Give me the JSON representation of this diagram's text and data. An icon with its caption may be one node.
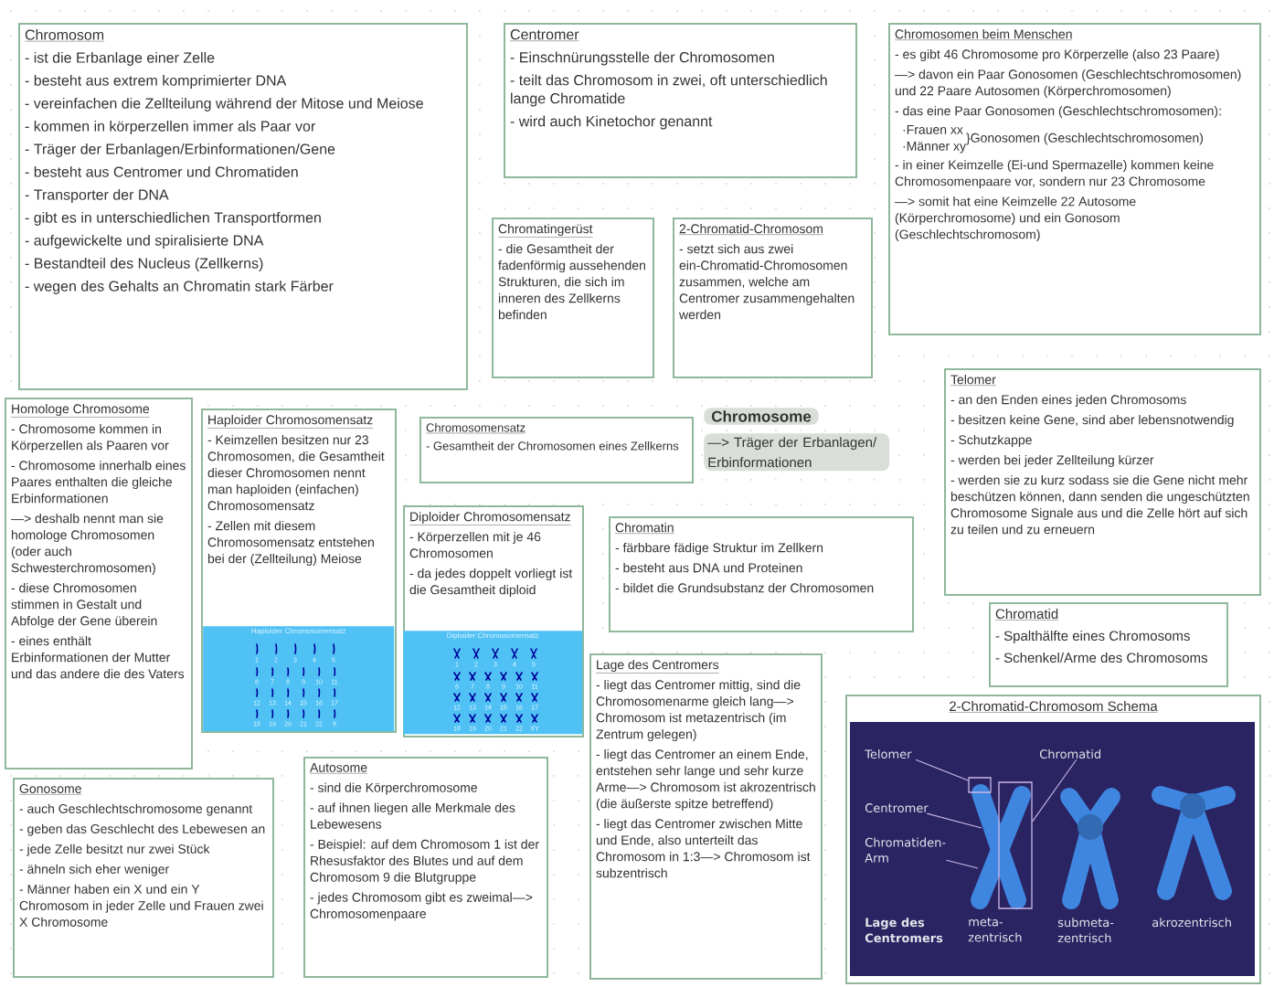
{
  "diagram": {
    "title": "Chromosome",
    "nodes": [
      {
        "text": [
          "Chromosom",
          "- ist die Erbanlage einer Zelle",
          "- besteht aus extrem komprimierter DNA",
          "- vereinfachen die Zellteilung während der Mitose und Meiose",
          "- kommen in körperzellen immer als Paar vor",
          "- Träger der Erbanlagen/Erbinformationen/Gene",
          "- besteht aus Centromer und Chromatiden",
          "- Transporter der DNA",
          "- gibt es in unterschiedlichen Transportformen",
          "- aufgewickelte und spiralisierte DNA",
          "- Bestandteil des Nucleus (Zellkerns)",
          "- wegen des Gehalts an Chromatin stark Färber"
        ]
      },
      {
        "text": [
          "Centromer",
          "- Einschnürungsstelle der Chromosomen",
          "- teilt das Chromosom in zwei, oft unterschiedlich lange Chromatide",
          "- wird auch Kinetochor genannt"
        ]
      },
      {
        "text": [
          "Chromosomen beim Menschen",
          "- es gibt 46 Chromosome pro Körperzelle (also 23 Paare)",
          "—> davon ein Paar Gonosomen (Geschlechtschromosomen) und 22 Paare Autosomen (Körperchromosomen)",
          "- das eine Paar Gonosomen (Geschlechtschromosomen):",
          "·Frauen xx",
          "·Männer xy",
          "}Gonosomen (Geschlechtschromosomen)",
          "- in einer Keimzelle (Ei-und Spermazelle) kommen keine Chromosomenpaare vor, sondern nur 23 Chromosome",
          "—> somit hat eine Keimzelle 22 Autosome (Körperchromosome) und ein Gonosom (Geschlechtschromosom)"
        ]
      },
      {
        "text": [
          "Chromatingerüst",
          "- die Gesamtheit der fadenförmig aussehenden Strukturen, die sich im inneren des Zellkerns befinden"
        ]
      },
      {
        "text": [
          "2-Chromatid-Chromosom",
          "- setzt sich aus zwei ein-Chromatid-Chromosomen zusammen, welche am Centromer zusammengehalten werden"
        ]
      },
      {
        "text": [
          "Homologe Chromosome",
          "- Chromosome kommen in Körperzellen als Paaren vor",
          "- Chromosome innerhalb eines Paares enthalten die gleiche Erbinformationen",
          "—> deshalb nennt man sie homologe Chromosomen (oder auch Schwesterchromosomen)",
          "- diese Chromosomen stimmen in Gestalt und Abfolge der Gene überein",
          "- eines enthält Erbinformationen der Mutter und das andere die des Vaters"
        ]
      },
      {
        "text": [
          "Haploider Chromosomensatz",
          "- Keimzellen besitzen nur 23 Chromosomen, die Gesamtheit dieser Chromosomen nennt man haploiden (einfachen) Chromosomensatz",
          "- Zellen mit diesem Chromosomensatz entstehen bei der (Zellteilung) Meiose"
        ]
      },
      {
        "text": [
          "Chromosomensatz",
          "- Gesamtheit der Chromosomen eines Zellkerns"
        ]
      },
      {
        "text": [
          "Diploider Chromosomensatz",
          "- Körperzellen mit je 46 Chromosomen",
          "- da jedes doppelt vorliegt ist die Gesamtheit diploid"
        ]
      },
      {
        "text": [
          "Chromatin",
          "- färbbare fädige Struktur im Zellkern",
          "- besteht aus DNA und Proteinen",
          "- bildet die Grundsubstanz der Chromosomen"
        ]
      },
      {
        "text": [
          "Telomer",
          "- an den Enden eines jeden Chromosoms",
          "- besitzen keine Gene, sind aber lebensnotwendig",
          "- Schutzkappe",
          "- werden bei jeder Zellteilung kürzer",
          "- werden sie zu kurz sodass sie die Gene nicht mehr beschützen können, dann senden die ungeschützten Chromosome Signale aus und die Zelle hört auf sich zu teilen und zu erneuern"
        ]
      },
      {
        "text": [
          "Chromatid",
          "- Spalthälfte eines Chromosoms",
          "- Schenkel/Arme des Chromosoms"
        ]
      },
      {
        "text": [
          "Lage des Centromers",
          "- liegt das Centromer mittig, sind die Chromosomenarme gleich lang—> Chromosom ist metazentrisch (im Zentrum gelegen)",
          "- liegt das Centromer an einem Ende, entstehen sehr lange und sehr kurze Arme—> Chromosom ist akrozentrisch (die äußerste spitze betreffend)",
          "- liegt das Centromer zwischen Mitte und Ende, also unterteilt das Chromosom in 1:3—> Chromosom ist subzentrisch"
        ]
      },
      {
        "text": [
          "Gonosome",
          "- auch Geschlechtschromosome genannt",
          "- geben das Geschlecht des Lebewesen an",
          "- jede Zelle besitzt nur zwei Stück",
          "- ähneln sich eher weniger",
          "- Männer haben ein X und ein Y Chromosom in jeder Zelle und Frauen zwei X Chromosome"
        ]
      },
      {
        "text": [
          "Autosome",
          "- sind die Körperchromosome",
          "- auf ihnen liegen alle Merkmale des Lebewesens",
          "- Beispiel: auf dem Chromosom 1 ist der Rhesusfaktor des Blutes und auf dem Chromosom 9 die Blutgruppe",
          "- jedes Chromosom gibt es zweimal—> Chromosomenpaare"
        ]
      },
      {
        "text": [
          "2-Chromatid-Chromosom Schema"
        ]
      },
      {
        "text": [
          "Haploider Chromosomensatz"
        ],
        "in": 6
      },
      {
        "text": [
          "Diploider Chromosomensatz"
        ],
        "in": 8
      },
      {
        "text": [
          "Telomer"
        ],
        "in": 15
      },
      {
        "text": [
          "Chromatid"
        ],
        "in": 15
      },
      {
        "text": [
          "Centromer"
        ],
        "in": 15
      },
      {
        "text": [
          "Chromatiden-Arm"
        ],
        "in": 15
      },
      {
        "text": [],
        "shape": "box",
        "in": 15
      },
      {
        "text": [],
        "shape": "box",
        "in": 15
      }
    ],
    "edges": [
      {
        "from": 18,
        "to": 22,
        "arrow": "none"
      },
      {
        "from": 19,
        "to": 23,
        "arrow": "none"
      },
      {
        "from": 20,
        "to": null,
        "arrow": "none"
      },
      {
        "from": 21,
        "to": null,
        "arrow": "none"
      }
    ],
    "labels": [
      "—> Träger der Erbanlagen/ Erbinformationen",
      "1",
      "2",
      "3",
      "4",
      "5",
      "6",
      "7",
      "8",
      "9",
      "10",
      "11",
      "12",
      "13",
      "14",
      "15",
      "16",
      "17",
      "18",
      "19",
      "20",
      "21",
      "22",
      "X",
      "1",
      "2",
      "3",
      "4",
      "5",
      "6",
      "7",
      "8",
      "9",
      "10",
      "11",
      "12",
      "13",
      "14",
      "15",
      "16",
      "17",
      "18",
      "19",
      "20",
      "21",
      "22",
      "XY",
      "Lage des Centromers",
      "meta-zentrisch",
      "submeta-zentrisch",
      "akrozentrisch"
    ]
  }
}
